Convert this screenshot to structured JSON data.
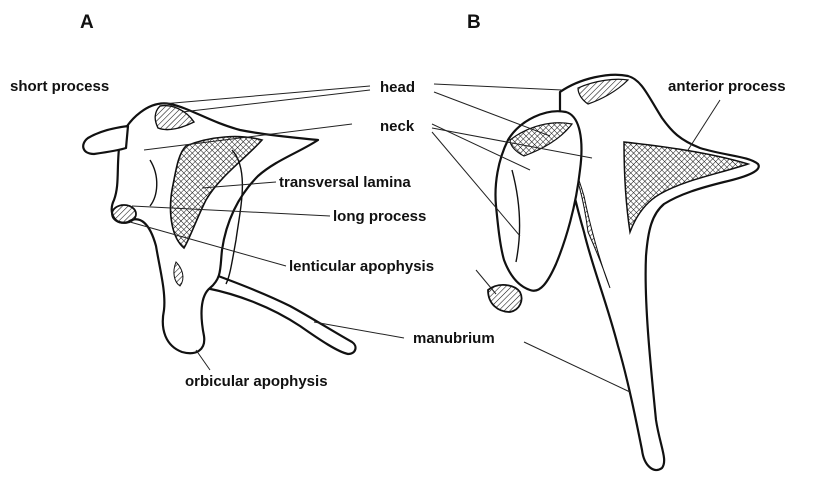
{
  "panels": {
    "a": "A",
    "b": "B"
  },
  "labels": {
    "short_process": "short process",
    "head": "head",
    "anterior_process": "anterior process",
    "neck": "neck",
    "transversal_lamina": "transversal lamina",
    "long_process": "long process",
    "lenticular_apophysis": "lenticular apophysis",
    "manubrium": "manubrium",
    "orbicular_apophysis": "orbicular apophysis"
  },
  "colors": {
    "ink": "#111111",
    "background": "#ffffff"
  }
}
